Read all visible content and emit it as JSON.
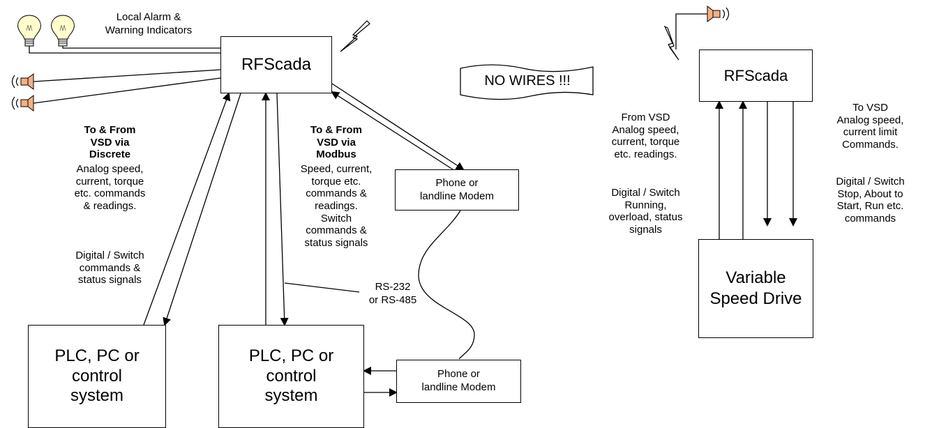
{
  "left_diagram": {
    "rfscada_label": "RFScada",
    "alarm_label": "Local Alarm &\nWarning Indicators",
    "no_wires_label": "NO WIRES !!!",
    "discrete_heading": "To & From\nVSD via\nDiscrete",
    "discrete_body": "Analog speed,\ncurrent, torque\netc. commands\n& readings.",
    "discrete_digital": "Digital / Switch\ncommands &\nstatus signals",
    "modbus_heading": "To & From\nVSD via\nModbus",
    "modbus_body": "Speed, current,\ntorque etc.\ncommands &\nreadings.\nSwitch\ncommands &\nstatus signals",
    "rs_label": "RS-232\nor RS-485",
    "modem_top_label": "Phone  or\nlandline Modem",
    "modem_bottom_label": "Phone  or\nlandline Modem",
    "plc_left_label": "PLC,  PC or\ncontrol\nsystem",
    "plc_mid_label": "PLC,  PC or\ncontrol\nsystem"
  },
  "right_diagram": {
    "rfscada_label": "RFScada",
    "from_vsd_label": "From VSD\nAnalog speed,\ncurrent, torque\netc. readings.",
    "from_vsd_digital": "Digital / Switch\nRunning,\noverload, status\nsignals",
    "to_vsd_label": "To VSD\nAnalog speed,\ncurrent limit\nCommands.",
    "to_vsd_digital": "Digital / Switch\nStop, About to\nStart, Run etc.\ncommands",
    "vsd_label": "Variable\nSpeed Drive"
  },
  "colors": {
    "speaker": "#f5b183",
    "bulb": "#ffffcc",
    "line": "#000000"
  },
  "icons": [
    "light-bulb-icon",
    "speaker-icon",
    "lightning-icon"
  ]
}
